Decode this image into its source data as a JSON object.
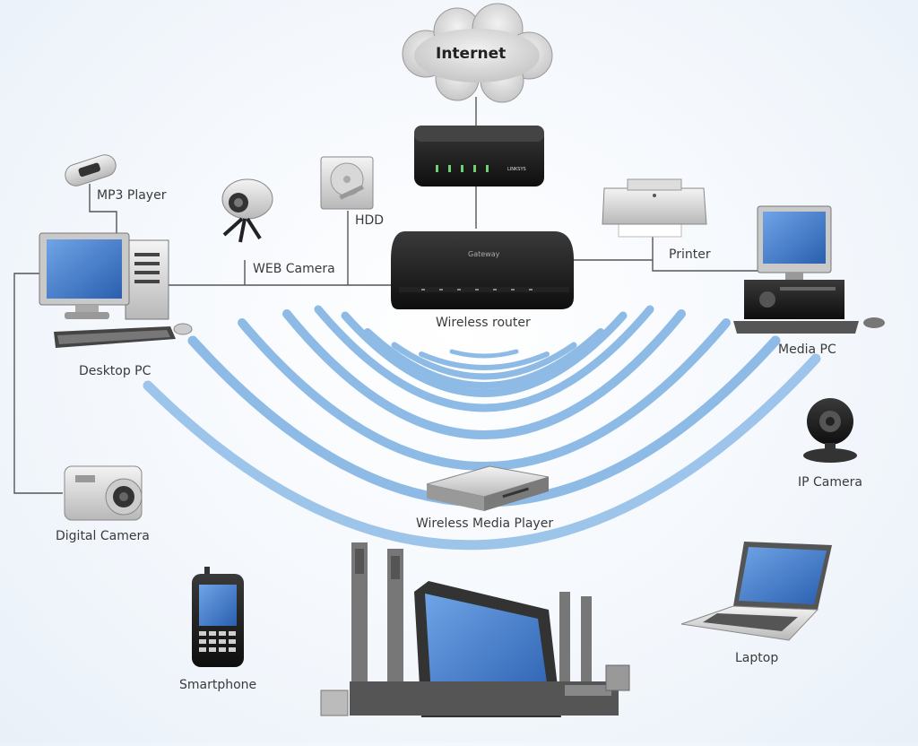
{
  "internet": {
    "label": "Internet"
  },
  "labels": {
    "mp3_player": "MP3 Player",
    "web_camera": "WEB Camera",
    "hdd": "HDD",
    "printer": "Printer",
    "desktop_pc": "Desktop PC",
    "wireless_router": "Wireless router",
    "media_pc": "Media PC",
    "ip_camera": "IP Camera",
    "wireless_media_player": "Wireless Media Player",
    "digital_camera": "Digital Camera",
    "smartphone": "Smartphone",
    "laptop": "Laptop"
  },
  "device_text": {
    "router_brand": "Gateway",
    "modem_brand": "LINKSYS"
  },
  "colors": {
    "wave": "#7fb2e0",
    "line": "#555555",
    "screen": "#3f78c8",
    "device_dark": "#1c1c1c"
  }
}
